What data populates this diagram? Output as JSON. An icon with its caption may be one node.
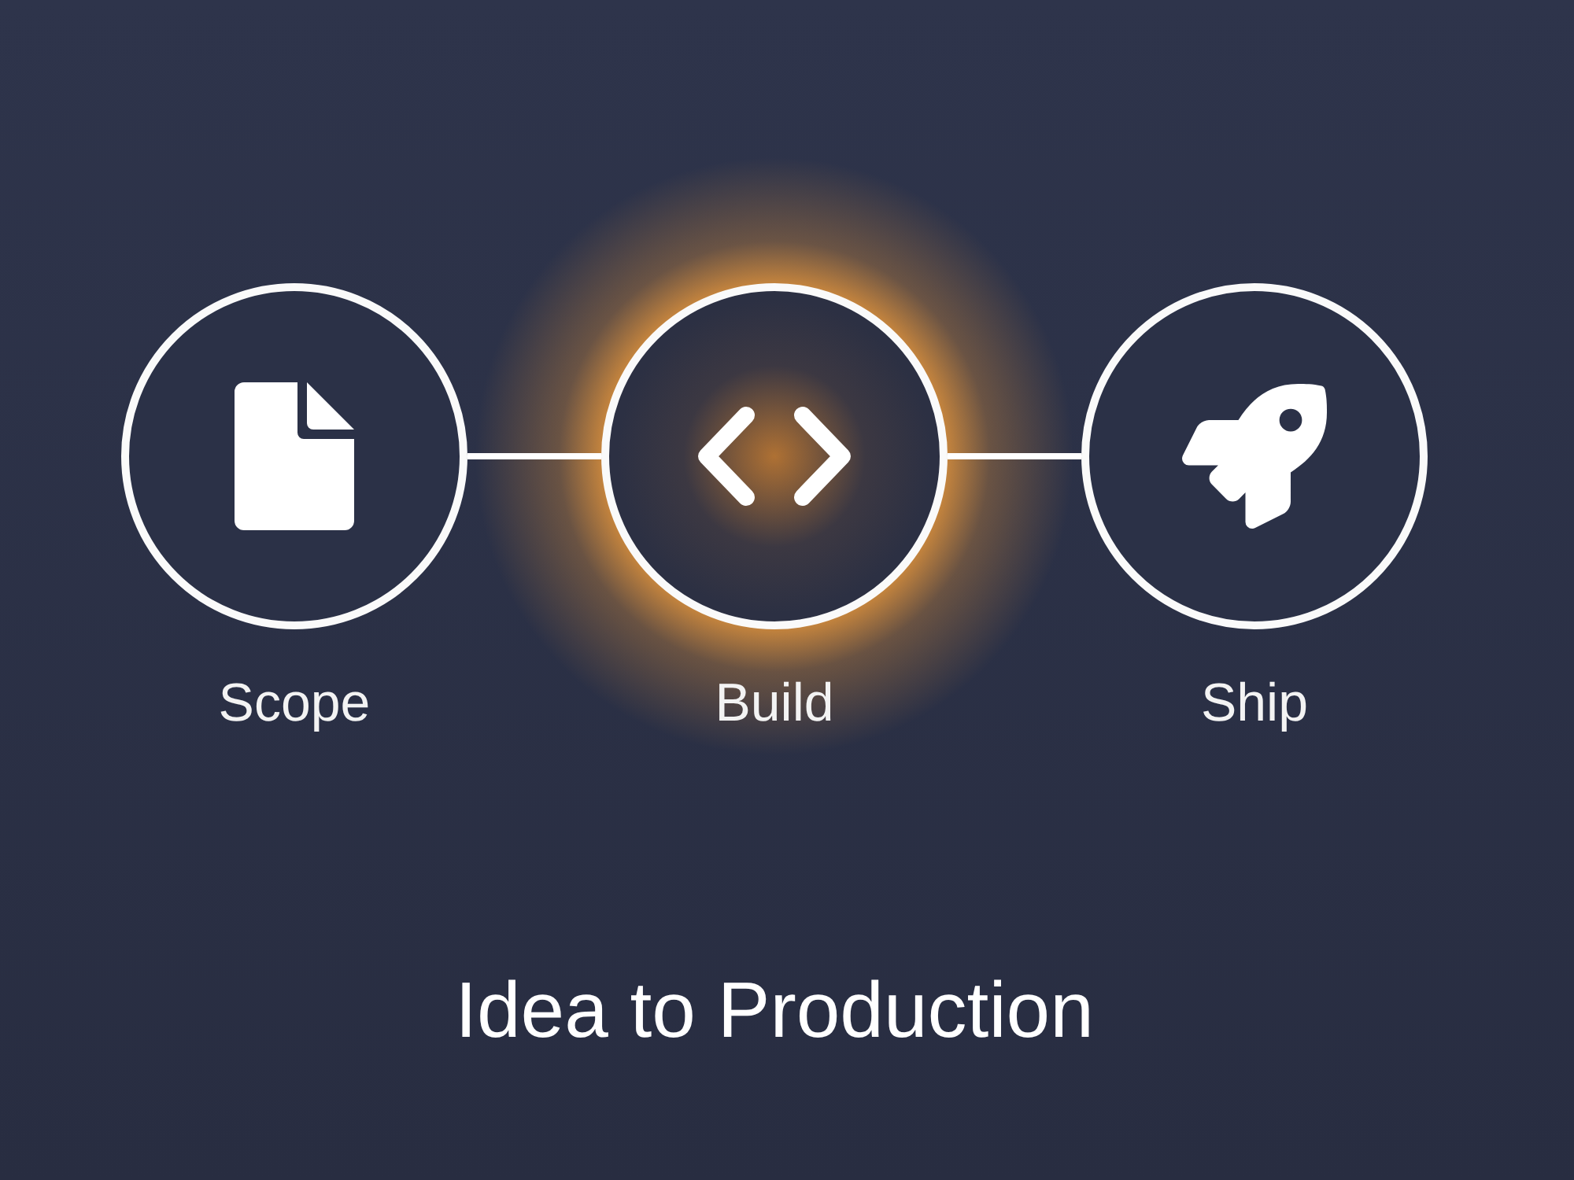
{
  "diagram": {
    "title": "Idea to Production",
    "nodes": [
      {
        "text": [
          "Scope"
        ]
      },
      {
        "text": [
          "Build"
        ]
      },
      {
        "text": [
          "Ship"
        ]
      }
    ],
    "edges": [
      {
        "from": 0,
        "to": 1,
        "arrow": "none"
      },
      {
        "from": 1,
        "to": 2,
        "arrow": "none"
      }
    ]
  }
}
